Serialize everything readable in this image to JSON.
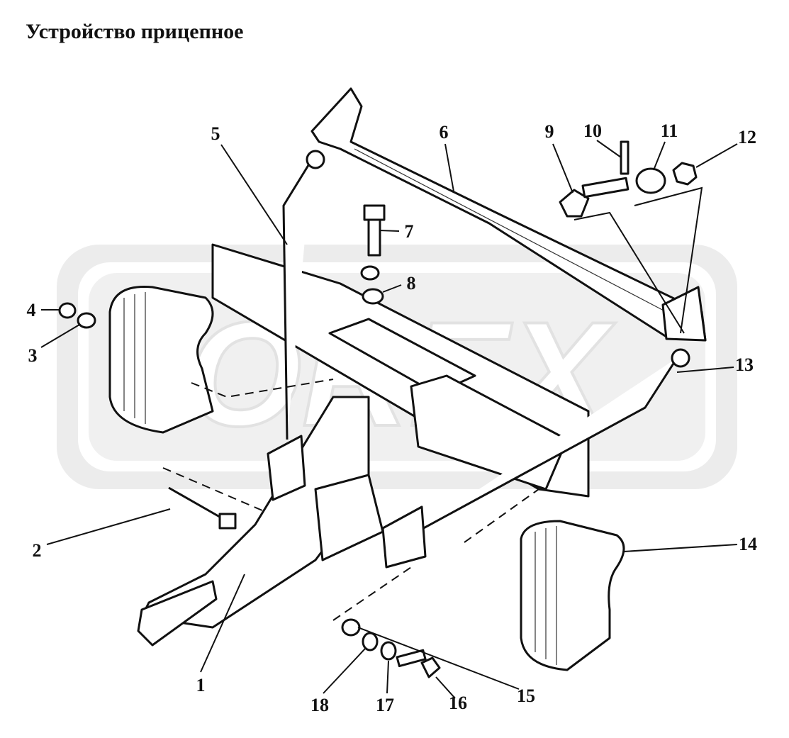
{
  "title": "Устройство прицепное",
  "watermark": "OREX",
  "callouts": [
    {
      "id": "1",
      "label": "1"
    },
    {
      "id": "2",
      "label": "2"
    },
    {
      "id": "3",
      "label": "3"
    },
    {
      "id": "4",
      "label": "4"
    },
    {
      "id": "5",
      "label": "5"
    },
    {
      "id": "6",
      "label": "6"
    },
    {
      "id": "7",
      "label": "7"
    },
    {
      "id": "8",
      "label": "8"
    },
    {
      "id": "9",
      "label": "9"
    },
    {
      "id": "10",
      "label": "10"
    },
    {
      "id": "11",
      "label": "11"
    },
    {
      "id": "12",
      "label": "12"
    },
    {
      "id": "13",
      "label": "13"
    },
    {
      "id": "14",
      "label": "14"
    },
    {
      "id": "15",
      "label": "15"
    },
    {
      "id": "16",
      "label": "16"
    },
    {
      "id": "17",
      "label": "17"
    },
    {
      "id": "18",
      "label": "18"
    }
  ]
}
